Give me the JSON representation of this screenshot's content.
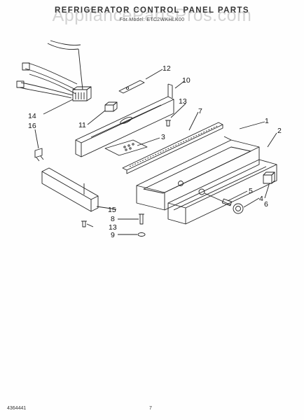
{
  "header": {
    "title": "REFRIGERATOR CONTROL PANEL PARTS",
    "subtitle": "For Model: ETC2WKHLK00",
    "watermark": "AppliancePartsPros.com"
  },
  "callouts": [
    {
      "id": "c1",
      "text": "1"
    },
    {
      "id": "c2",
      "text": "2"
    },
    {
      "id": "c3",
      "text": "3"
    },
    {
      "id": "c4",
      "text": "4"
    },
    {
      "id": "c5",
      "text": "5"
    },
    {
      "id": "c6",
      "text": "6"
    },
    {
      "id": "c7",
      "text": "7"
    },
    {
      "id": "c8",
      "text": "8"
    },
    {
      "id": "c9",
      "text": "9"
    },
    {
      "id": "c10",
      "text": "10"
    },
    {
      "id": "c11",
      "text": "11"
    },
    {
      "id": "c12",
      "text": "12"
    },
    {
      "id": "c13a",
      "text": "13"
    },
    {
      "id": "c13b",
      "text": "13"
    },
    {
      "id": "c14",
      "text": "14"
    },
    {
      "id": "c15",
      "text": "15"
    },
    {
      "id": "c16",
      "text": "16"
    }
  ],
  "footer": {
    "doc_number": "4364441",
    "page_number": "7"
  }
}
